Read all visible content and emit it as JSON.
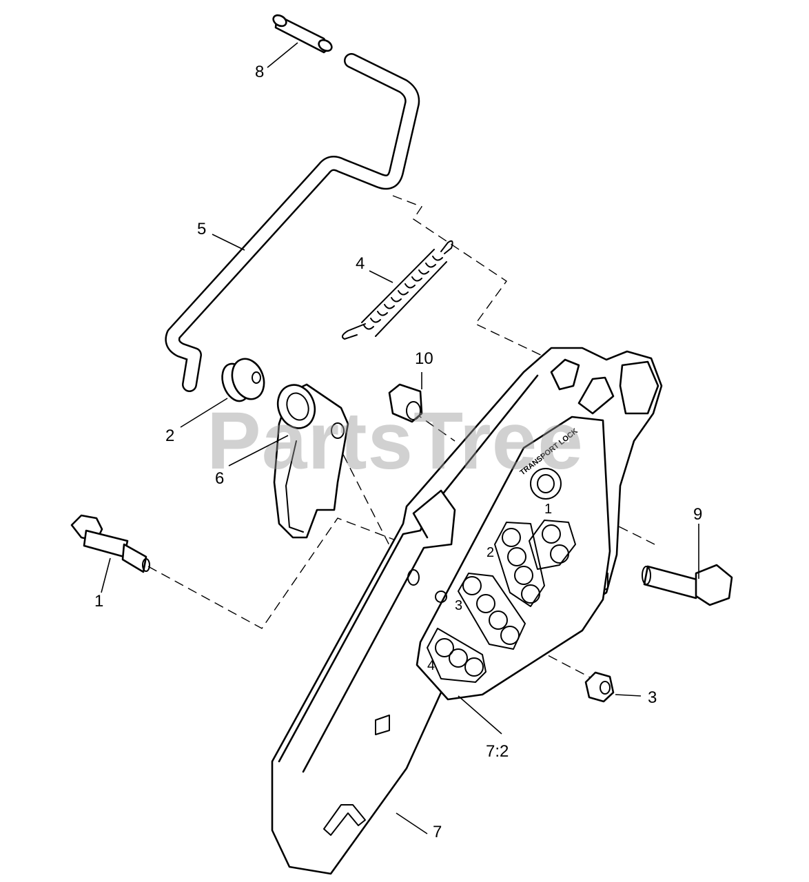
{
  "watermark": "PartsTree",
  "plate": {
    "label": "TRANSPORT LOCK",
    "position_numbers": [
      "1",
      "2",
      "3",
      "4"
    ]
  },
  "callouts": {
    "c1": "1",
    "c2": "2",
    "c3": "3",
    "c4": "4",
    "c5": "5",
    "c6": "6",
    "c7": "7",
    "c7_2": "7:2",
    "c8": "8",
    "c9": "9",
    "c10": "10"
  }
}
